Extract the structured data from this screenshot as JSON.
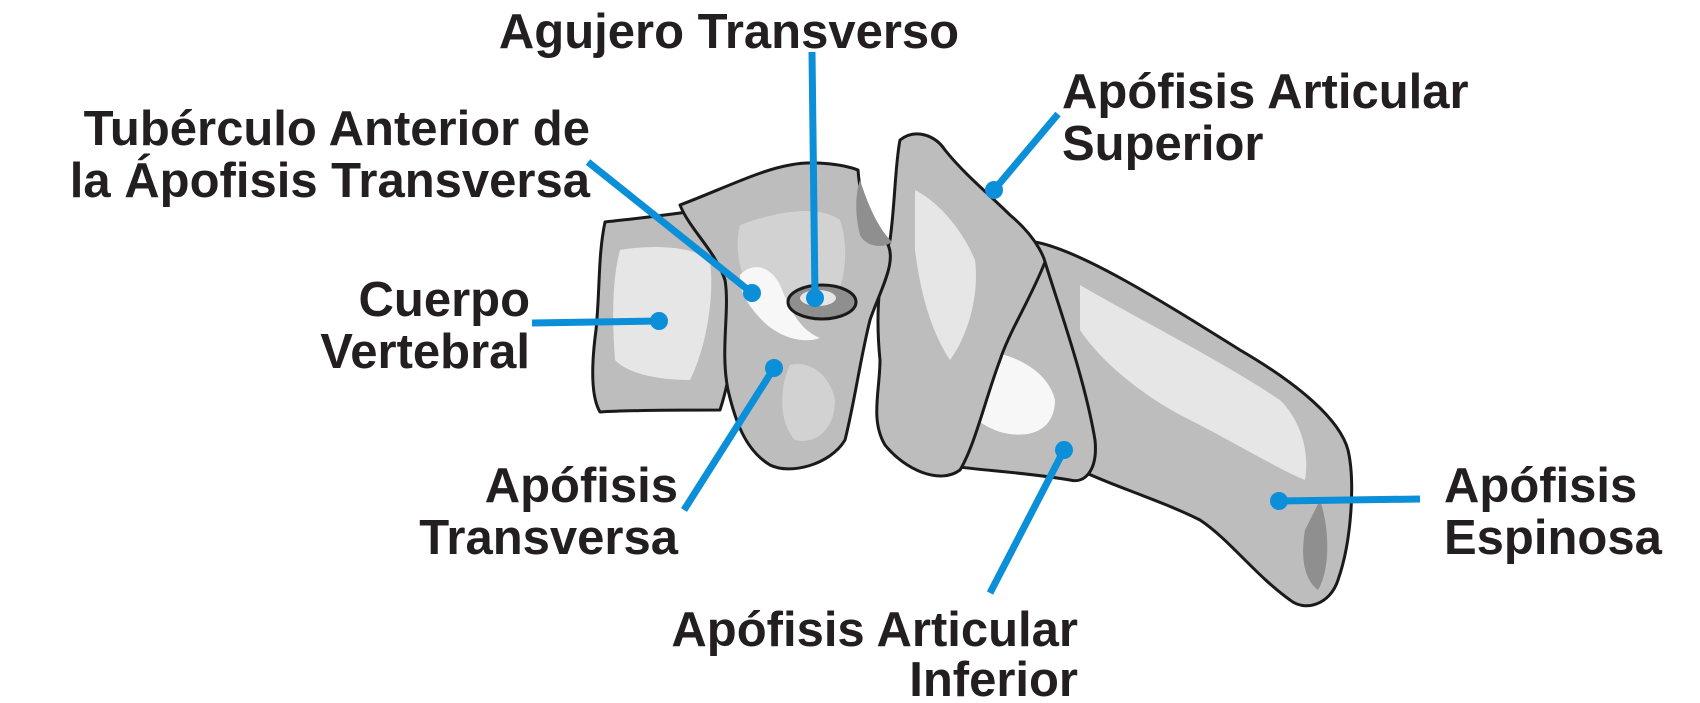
{
  "labels": {
    "agujero_transverso": "Agujero Transverso",
    "tuberculo_line1": "Tubérculo Anterior de",
    "tuberculo_line2": "la Ápofisis Transversa",
    "cuerpo_line1": "Cuerpo",
    "cuerpo_line2": "Vertebral",
    "transversa_line1": "Apófisis",
    "transversa_line2": "Transversa",
    "art_sup_line1": "Apófisis Articular",
    "art_sup_line2": "Superior",
    "espinosa_line1": "Apófisis",
    "espinosa_line2": "Espinosa",
    "art_inf_line1": "Apófisis Articular",
    "art_inf_line2": "Inferior"
  },
  "colors": {
    "leader": "#0a8fd8",
    "text": "#231f20",
    "bone": "#bdbdbd",
    "outline": "#1a1a1a"
  }
}
